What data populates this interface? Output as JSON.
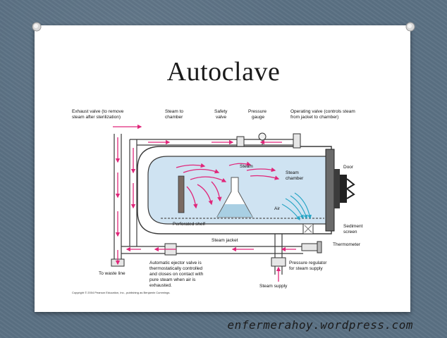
{
  "slide": {
    "title": "Autoclave",
    "watermark": "enfermerahoy.wordpress.com"
  },
  "diagram": {
    "labels": {
      "exhaust_valve_1": "Exhaust valve (to remove",
      "exhaust_valve_2": "steam after sterilization)",
      "steam_to_chamber_1": "Steam to",
      "steam_to_chamber_2": "chamber",
      "safety_valve_1": "Safety",
      "safety_valve_2": "valve",
      "pressure_gauge_1": "Pressure",
      "pressure_gauge_2": "gauge",
      "operating_valve_1": "Operating valve (controls steam",
      "operating_valve_2": "from jacket to chamber)",
      "steam": "Steam",
      "steam_chamber_1": "Steam",
      "steam_chamber_2": "chamber",
      "door": "Door",
      "air": "Air",
      "perforated_shelf": "Perforated shelf",
      "sediment_screen_1": "Sediment",
      "sediment_screen_2": "screen",
      "steam_jacket": "Steam jacket",
      "thermometer": "Thermometer",
      "ejector_1": "Automatic ejector valve is",
      "ejector_2": "thermostatically controlled",
      "ejector_3": "and closes on contact with",
      "ejector_4": "pure steam when air is",
      "ejector_5": "exhausted.",
      "pressure_regulator_1": "Pressure regulator",
      "pressure_regulator_2": "for steam supply",
      "to_waste_line": "To waste line",
      "steam_supply": "Steam supply",
      "copyright": "Copyright © 2004 Pearson Education, Inc., publishing as Benjamin Cummings."
    },
    "colors": {
      "steam_arrow": "#e0267a",
      "air_arrow": "#2aa6c6",
      "chamber_fill": "#cfe3f2",
      "pipe_stroke": "#3a3a3a",
      "flask_fill": "#a9cfe3"
    }
  }
}
